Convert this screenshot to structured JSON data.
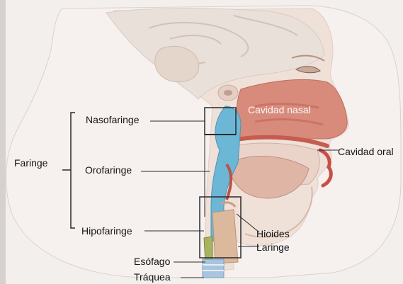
{
  "diagram": {
    "labels": {
      "faringe": "Faringe",
      "nasofaringe": "Nasofaringe",
      "orofaringe": "Orofaringe",
      "hipofaringe": "Hipofaringe",
      "esofago": "Esófago",
      "traquea": "Tráquea",
      "cavidad_nasal": "Cavidad nasal",
      "cavidad_oral": "Cavidad oral",
      "hioides": "Hioides",
      "laringe": "Laringe"
    },
    "colors": {
      "paper": "#f6f1ee",
      "background": "#e9e4e1",
      "head_fill": "#eedcd3",
      "brain_fill": "#e8dfd8",
      "nasal_cavity": "#d78676",
      "pharynx_blue": "#6bb8d8",
      "lips_red": "#c94f46",
      "trachea_blue": "#a7c4de",
      "larynx_tan": "#deb79b",
      "line": "#2a2a2a"
    }
  }
}
